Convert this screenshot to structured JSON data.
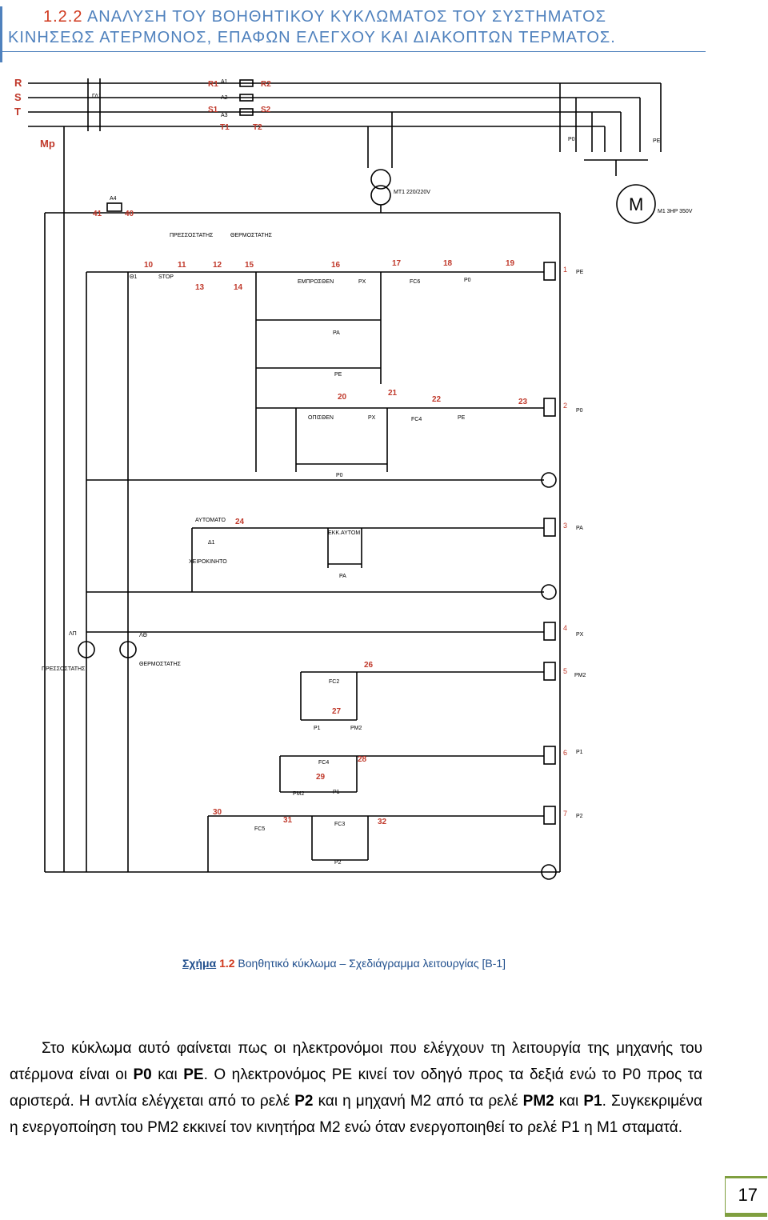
{
  "heading": {
    "number": "1.2.2",
    "line1": "ΑΝΑΛΥΣΗ ΤΟΥ ΒΟΗΘΗΤΙΚΟΥ ΚΥΚΛΩΜΑΤΟΣ ΤΟΥ ΣΥΣΤΗΜΑΤΟΣ",
    "line2": "ΚΙΝΗΣΕΩΣ ΑΤΕΡΜΟΝΟΣ, ΕΠΑΦΩΝ ΕΛΕΓΧΟΥ ΚΑΙ ΔΙΑΚΟΠΤΩΝ ΤΕΡΜΑΤΟΣ."
  },
  "diagram": {
    "phases": [
      "R",
      "S",
      "T"
    ],
    "mp": "Mp",
    "gd": "ΓΔ1",
    "fuses_top": [
      "R1",
      "A1",
      "R2",
      "A2",
      "S1",
      "S2",
      "A3",
      "T1",
      "T2"
    ],
    "a4": "A4",
    "n41": "41",
    "n40": "40",
    "mt1": "MT1 220/220V",
    "motor": "M",
    "motor_label": "M1 3HP 350V",
    "p0_top": "P0",
    "pe_top": "PE",
    "pressostatis": "ΠΡΕΣΣΟΣΤΑΤΗΣ",
    "thermostatis": "ΘΕΡΜΟΣΤΑΤΗΣ",
    "theta1": "Θ1",
    "stop": "STOP",
    "emprosthen": "ΕΜΠΡΟΣΘΕΝ",
    "px": "PX",
    "fc6": "FC6",
    "p0": "P0",
    "pa": "PA",
    "pe": "PE",
    "opisthen": "ΟΠΙΣΘΕΝ",
    "fc4": "FC4",
    "automato": "ΑΥΤΟΜΑΤΟ",
    "d1": "Δ1",
    "xeirokinito": "ΧΕΙΡΟΚΙΝΗΤΟ",
    "ekkaytom": "ΕΚΚ.ΑΥΤΟΜ",
    "lp": "ΛΠ",
    "lth": "ΛΘ",
    "pressostatis2": "ΠΡΕΣΣΟΣΤΑΤΗΣ",
    "thermostatis2": "ΘΕΡΜΟΣΤΑΤΗΣ",
    "fc2": "FC2",
    "p1": "P1",
    "pm2": "PM2",
    "fc5": "FC5",
    "fc3": "FC3",
    "p2": "P2",
    "nums": [
      "10",
      "11",
      "12",
      "13",
      "14",
      "15",
      "16",
      "17",
      "18",
      "19",
      "20",
      "21",
      "22",
      "23",
      "24",
      "26",
      "27",
      "28",
      "29",
      "30",
      "31",
      "32"
    ],
    "coils": [
      {
        "n": "1",
        "label": "PE"
      },
      {
        "n": "2",
        "label": "P0"
      },
      {
        "n": "3",
        "label": "PA"
      },
      {
        "n": "4",
        "label": "PX"
      },
      {
        "n": "5",
        "label": "PM2"
      },
      {
        "n": "6",
        "label": "P1"
      },
      {
        "n": "7",
        "label": "P2"
      }
    ]
  },
  "caption": {
    "label": "Σχήμα",
    "number": "1.2",
    "text": " Βοηθητικό κύκλωμα – Σχεδιάγραμμα λειτουργίας [Β-1]"
  },
  "body": {
    "t1": "Στο κύκλωμα αυτό φαίνεται πως οι ηλεκτρονόμοι που ελέγχουν τη λειτουργία της μηχανής του ατέρμονα είναι οι ",
    "b1": "P0",
    "t2": " και ",
    "b2": "PE",
    "t3": ". Ο ηλεκτρονόμος PE κινεί τον οδηγό προς τα δεξιά ενώ το P0 προς τα αριστερά. Η αντλία ελέγχεται από το ρελέ ",
    "b3": "P2",
    "t4": " και η μηχανή Μ2 από τα ρελέ ",
    "b4": "PM2",
    "t5": " και ",
    "b5": "P1",
    "t6": ". Συγκεκριμένα η ενεργοποίηση του PM2 εκκινεί τον κινητήρα Μ2 ενώ όταν ενεργοποιηθεί το ρελέ P1 η Μ1 σταματά."
  },
  "page_number": "17",
  "colors": {
    "heading": "#4f81bd",
    "red_label": "#d03a1f",
    "footer": "#7f9f3f"
  }
}
